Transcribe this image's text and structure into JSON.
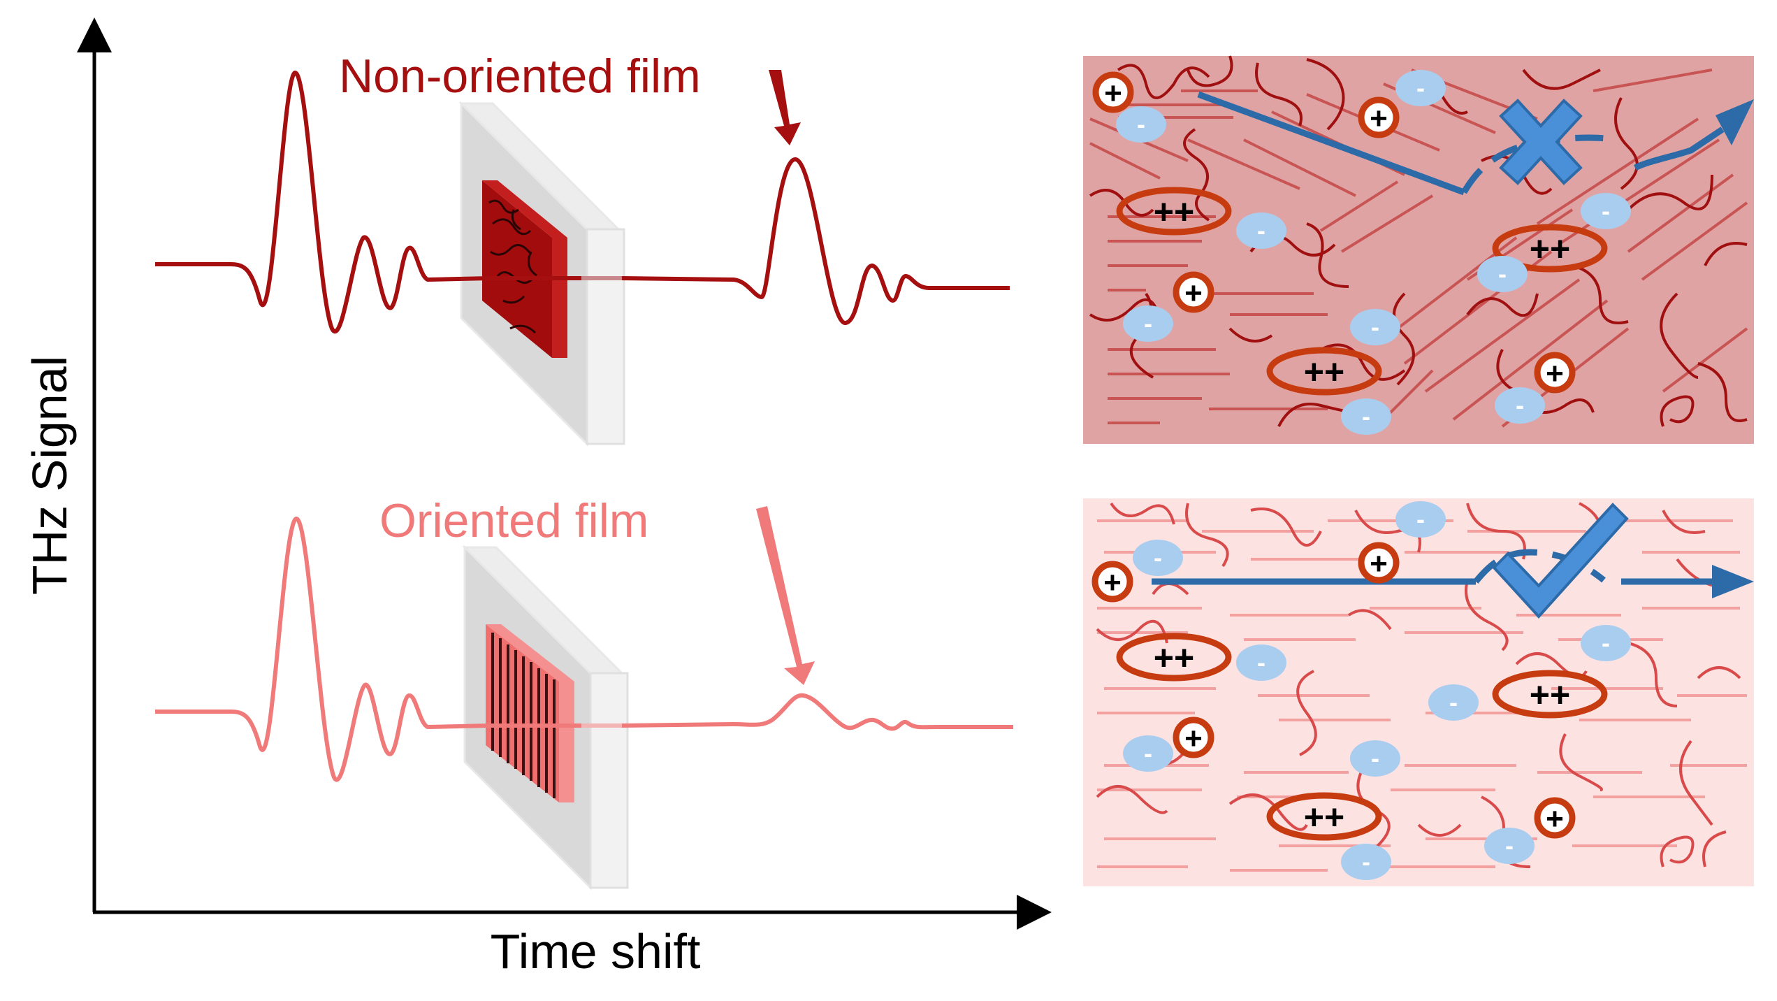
{
  "axes": {
    "ylabel": "THz Signal",
    "xlabel": "Time shift"
  },
  "traces": [
    {
      "label": "Non-oriented film",
      "color": "#a50f0f"
    },
    {
      "label": "Oriented film",
      "color": "#f07a7a"
    }
  ],
  "panels": {
    "top": {
      "bg": "#e0a3a3",
      "line_color": "#c85454",
      "chain_color": "#a01010"
    },
    "bottom": {
      "bg": "#fde2e2",
      "line_color": "#f2a0a0",
      "chain_color": "#d94a4a"
    }
  },
  "charges": {
    "single_positive": "+",
    "double_positive": "++",
    "negative": "-"
  },
  "colors": {
    "carrier_path": "#2c6aa8",
    "blocked_mark": "#4a90d9",
    "accepted_mark": "#4a90d9",
    "negative_charge": "#a9cdef",
    "positive_charge": "#c63c10"
  }
}
